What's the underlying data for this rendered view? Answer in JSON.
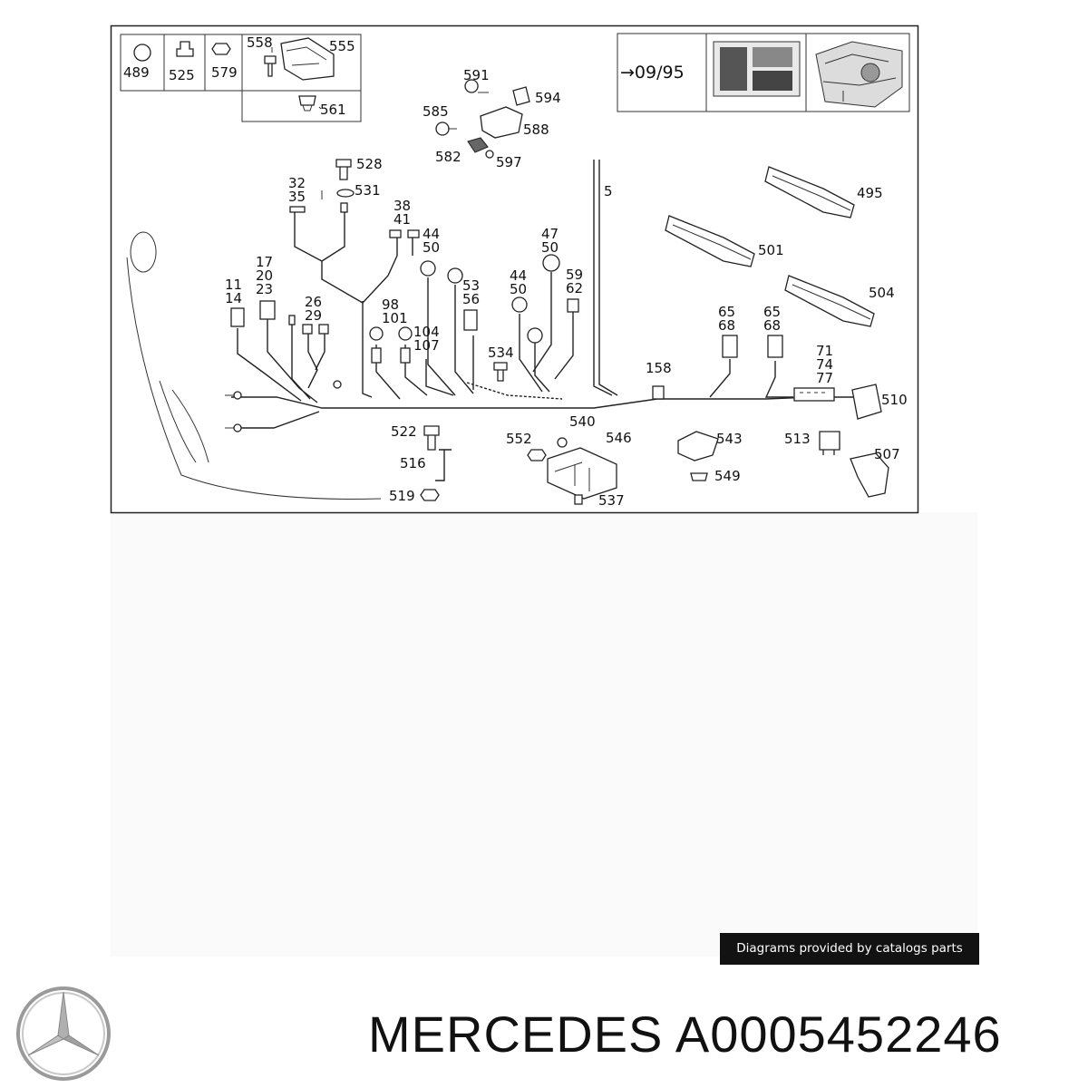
{
  "legend_parts": [
    "489",
    "525",
    "579",
    "558",
    "555",
    "561"
  ],
  "version_note": "→09/95",
  "callouts": {
    "c591": "591",
    "c594": "594",
    "c585": "585",
    "c588": "588",
    "c582": "582",
    "c597": "597",
    "c528": "528",
    "c531": "531",
    "c5": "5",
    "c495": "495",
    "c501": "501",
    "c504": "504",
    "c32": "32",
    "c35": "35",
    "c38": "38",
    "c41": "41",
    "c44a": "44",
    "c50a": "50",
    "c47": "47",
    "c50b": "50",
    "c11": "11",
    "c14": "14",
    "c17": "17",
    "c20": "20",
    "c23": "23",
    "c53": "53",
    "c56": "56",
    "c44b": "44",
    "c50c": "50",
    "c59": "59",
    "c62": "62",
    "c26": "26",
    "c29": "29",
    "c98": "98",
    "c101": "101",
    "c104": "104",
    "c107": "107",
    "c65a": "65",
    "c68a": "68",
    "c65b": "65",
    "c68b": "68",
    "c71": "71",
    "c74": "74",
    "c77": "77",
    "c534": "534",
    "c158": "158",
    "c510": "510",
    "c522": "522",
    "c540": "540",
    "c552": "552",
    "c546": "546",
    "c543": "543",
    "c513": "513",
    "c516": "516",
    "c507": "507",
    "c549": "549",
    "c519": "519",
    "c537": "537"
  },
  "credit": "Diagrams provided by catalogs parts",
  "brand": "MERCEDES",
  "part_number": "A0005452246",
  "colors": {
    "line": "#222222",
    "badge_bg": "#121212",
    "badge_text": "#ffffff",
    "logo": "#9a9a9a"
  }
}
